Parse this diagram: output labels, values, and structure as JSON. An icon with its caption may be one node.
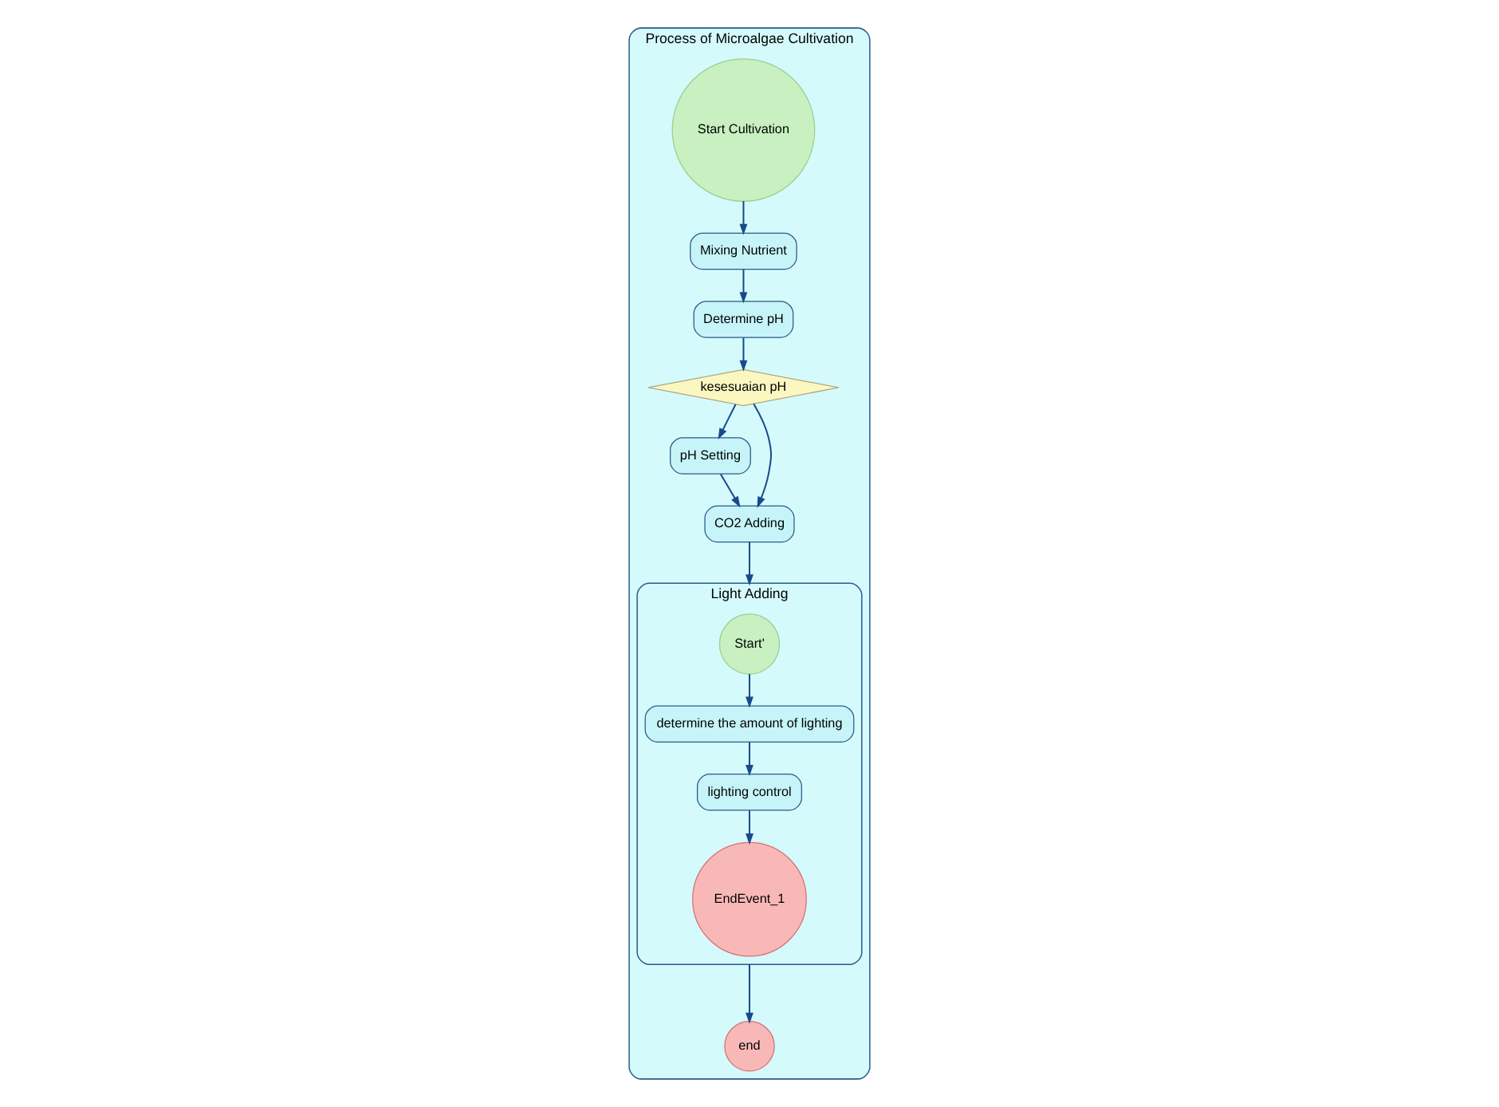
{
  "diagram": {
    "nodes": [
      {
        "text": [
          "Process of Microalgae Cultivation"
        ]
      },
      {
        "text": [
          "Start Cultivation"
        ],
        "in": 0
      },
      {
        "text": [
          "Mixing Nutrient"
        ],
        "in": 0
      },
      {
        "text": [
          "Determine pH"
        ],
        "in": 0
      },
      {
        "text": [
          "kesesuaian pH"
        ],
        "in": 0
      },
      {
        "text": [
          "pH Setting"
        ],
        "in": 0
      },
      {
        "text": [
          "CO2 Adding"
        ],
        "in": 0
      },
      {
        "text": [
          "Light Adding"
        ],
        "in": 0
      },
      {
        "text": [
          "Start'"
        ],
        "in": 7
      },
      {
        "text": [
          "determine the amount of lighting"
        ],
        "in": 7
      },
      {
        "text": [
          "lighting control"
        ],
        "in": 7
      },
      {
        "text": [
          "EndEvent_1"
        ],
        "in": 7
      },
      {
        "text": [
          "end"
        ],
        "in": 0
      }
    ],
    "edges": [
      {
        "from": 1,
        "to": 2,
        "arrow": "to"
      },
      {
        "from": 2,
        "to": 3,
        "arrow": "to"
      },
      {
        "from": 3,
        "to": 4,
        "arrow": "to"
      },
      {
        "from": 4,
        "to": 5,
        "arrow": "to"
      },
      {
        "from": 5,
        "to": 6,
        "arrow": "to"
      },
      {
        "from": 4,
        "to": 6,
        "arrow": "to"
      },
      {
        "from": 6,
        "to": 7,
        "arrow": "to"
      },
      {
        "from": 8,
        "to": 9,
        "arrow": "to"
      },
      {
        "from": 9,
        "to": 10,
        "arrow": "to"
      },
      {
        "from": 10,
        "to": 11,
        "arrow": "to"
      },
      {
        "from": 7,
        "to": 12,
        "arrow": "to"
      }
    ]
  }
}
